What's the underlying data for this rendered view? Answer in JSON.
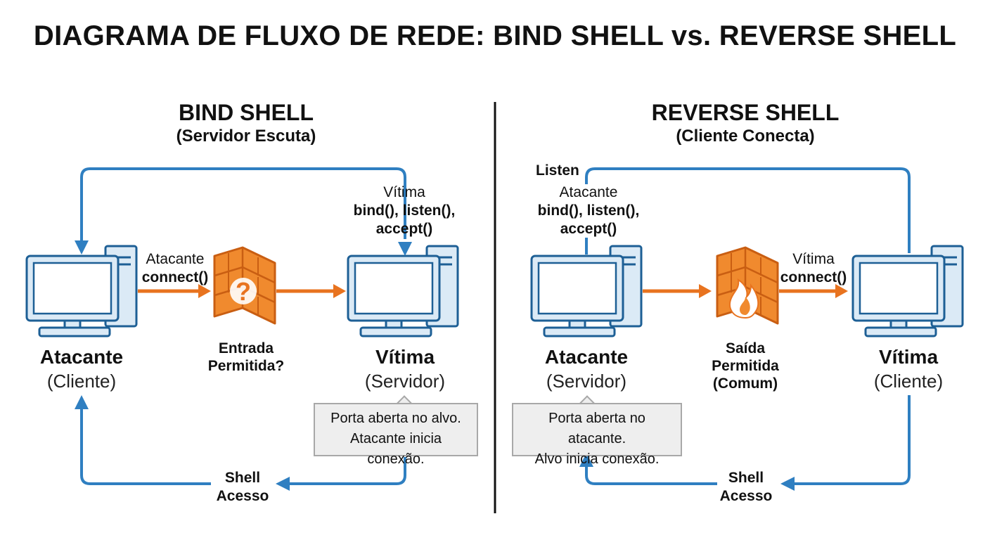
{
  "title": "DIAGRAMA DE FLUXO DE REDE: BIND SHELL vs. REVERSE SHELL",
  "colors": {
    "flow_blue": "#2f7fc1",
    "arrow_orange": "#e8731f",
    "firewall_orange": "#f08a2e",
    "monitor_fill": "#dbeaf6",
    "monitor_outline": "#1d5f95",
    "divider": "#111111"
  },
  "bind": {
    "title": "BIND SHELL",
    "subtitle": "(Servidor Escuta)",
    "attacker": {
      "label": "Atacante",
      "role": "(Cliente)"
    },
    "victim": {
      "label": "Vítima",
      "role": "(Servidor)"
    },
    "connect_actor": "Atacante",
    "connect_call": "connect()",
    "victim_actor": "Vítima",
    "victim_calls_1": "bind(), listen(),",
    "victim_calls_2": "accept()",
    "firewall": {
      "icon": "question-mark-icon",
      "line1": "Entrada",
      "line2": "Permitida?"
    },
    "callout_1": "Porta aberta no alvo.",
    "callout_2": "Atacante inicia conexão.",
    "shell_1": "Shell",
    "shell_2": "Acesso"
  },
  "reverse": {
    "title": "REVERSE SHELL",
    "subtitle": "(Cliente Conecta)",
    "listen": "Listen",
    "attacker": {
      "label": "Atacante",
      "role": "(Servidor)"
    },
    "victim": {
      "label": "Vítima",
      "role": "(Cliente)"
    },
    "attacker_actor": "Atacante",
    "attacker_calls_1": "bind(), listen(),",
    "attacker_calls_2": "accept()",
    "connect_actor": "Vítima",
    "connect_call": "connect()",
    "firewall": {
      "icon": "flame-icon",
      "line1": "Saída",
      "line2": "Permitida",
      "line3": "(Comum)"
    },
    "callout_1": "Porta aberta no atacante.",
    "callout_2": "Alvo inicia conexão.",
    "shell_1": "Shell",
    "shell_2": "Acesso"
  }
}
